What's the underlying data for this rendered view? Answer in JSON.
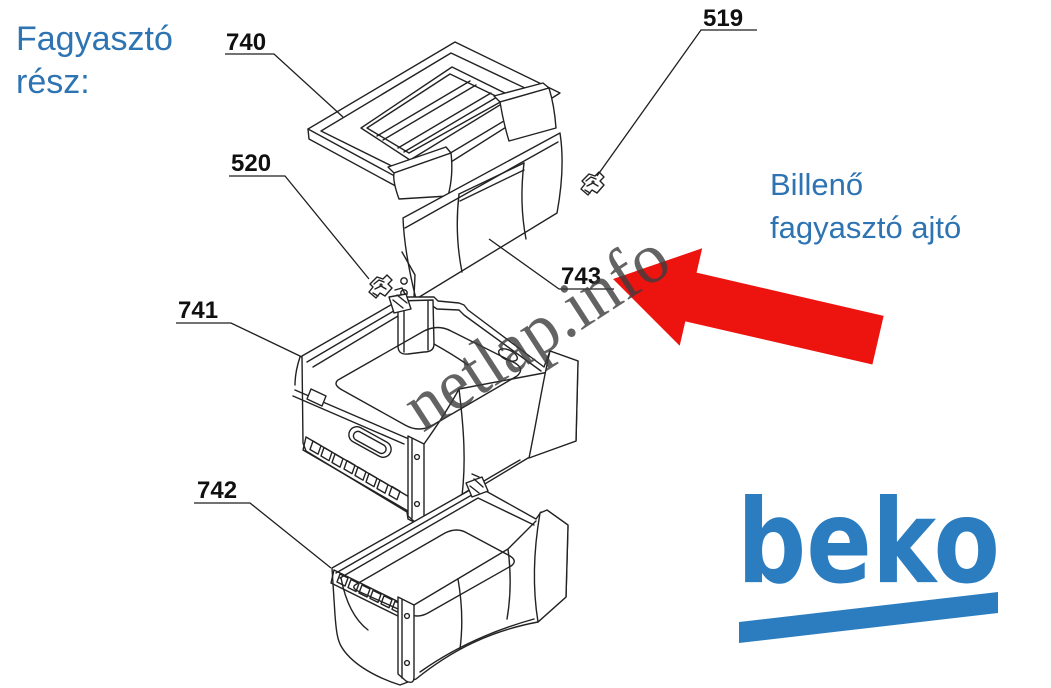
{
  "header": {
    "title_line1": "Fagyasztó",
    "title_line2": "rész:"
  },
  "callout": {
    "line1": "Billenő",
    "line2": "fagyasztó ajtó"
  },
  "watermark": {
    "text": "netlap.info"
  },
  "logo": {
    "text": "beko"
  },
  "parts": {
    "740": "740",
    "519": "519",
    "520": "520",
    "741": "741",
    "742": "742",
    "743": "743"
  },
  "colors": {
    "accent_blue": "#2e74b3",
    "logo_blue": "#2b7dc0",
    "arrow_red": "#ed1410",
    "watermark_gray": "#3d3d3d",
    "line": "#222222"
  }
}
